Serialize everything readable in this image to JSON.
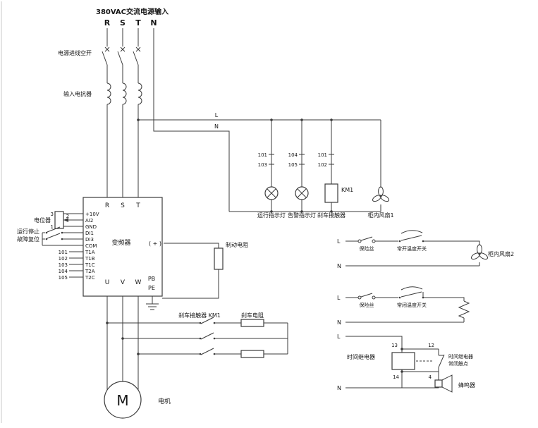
{
  "colors": {
    "wire": "#3b3b3b",
    "text": "#161616",
    "background": "#ffffff"
  },
  "power": {
    "title": "380VAC交流电源输入",
    "phase_r": "R",
    "phase_s": "S",
    "phase_t": "T",
    "phase_n": "N",
    "breaker_label": "电源进线空开",
    "reactor_label": "输入电抗器",
    "live_label": "L",
    "neutral_label": "N"
  },
  "indicators": {
    "run": {
      "t1": "101",
      "t2": "103",
      "label": "运行指示灯"
    },
    "alarm": {
      "t1": "104",
      "t2": "105",
      "label": "告警指示灯"
    },
    "brake": {
      "t1": "101",
      "t2": "102",
      "label": "刹车接触器",
      "coil": "KM1"
    },
    "fan1": {
      "label": "柜内风扇1"
    }
  },
  "inverter": {
    "name": "变频器",
    "in_r": "R",
    "in_s": "S",
    "in_t": "T",
    "left_terminals": [
      "+10V",
      "AI2",
      "GND",
      "DI1",
      "DI3",
      "COM",
      "T1A",
      "T1B",
      "T1C",
      "T2A",
      "T2C"
    ],
    "out_u": "U",
    "out_v": "V",
    "out_w": "W",
    "pb": "PB",
    "pe": "PE",
    "dc_plus": "( + )"
  },
  "left_io": {
    "pot_label": "电位器",
    "pot_t3": "3",
    "pot_t2": "2",
    "pot_t1": "1",
    "run_stop": "运行停止",
    "fault_reset": "故障复位",
    "wire_numbers": [
      "101",
      "102",
      "103",
      "104",
      "105"
    ]
  },
  "brake_section": {
    "dyn_brake_resistor": "制动电阻",
    "contactor": "刹车接触器 KM1",
    "brake_resistor": "刹车电阻"
  },
  "motor": {
    "symbol": "M",
    "label": "电机"
  },
  "fan2_circuit": {
    "live": "L",
    "neutral": "N",
    "fuse": "保险丝",
    "switch": "常开温度开关",
    "fan": "柜内风扇2"
  },
  "heater_circuit": {
    "live": "L",
    "neutral": "N",
    "fuse": "保险丝",
    "switch": "常闭温度开关"
  },
  "timer_circuit": {
    "live": "L",
    "neutral": "N",
    "relay": "时间继电器",
    "t13": "13",
    "t12": "12",
    "t14": "14",
    "t4": "4",
    "contact_line1": "时间继电器",
    "contact_line2": "常闭触点",
    "buzzer": "蜂鸣器"
  }
}
